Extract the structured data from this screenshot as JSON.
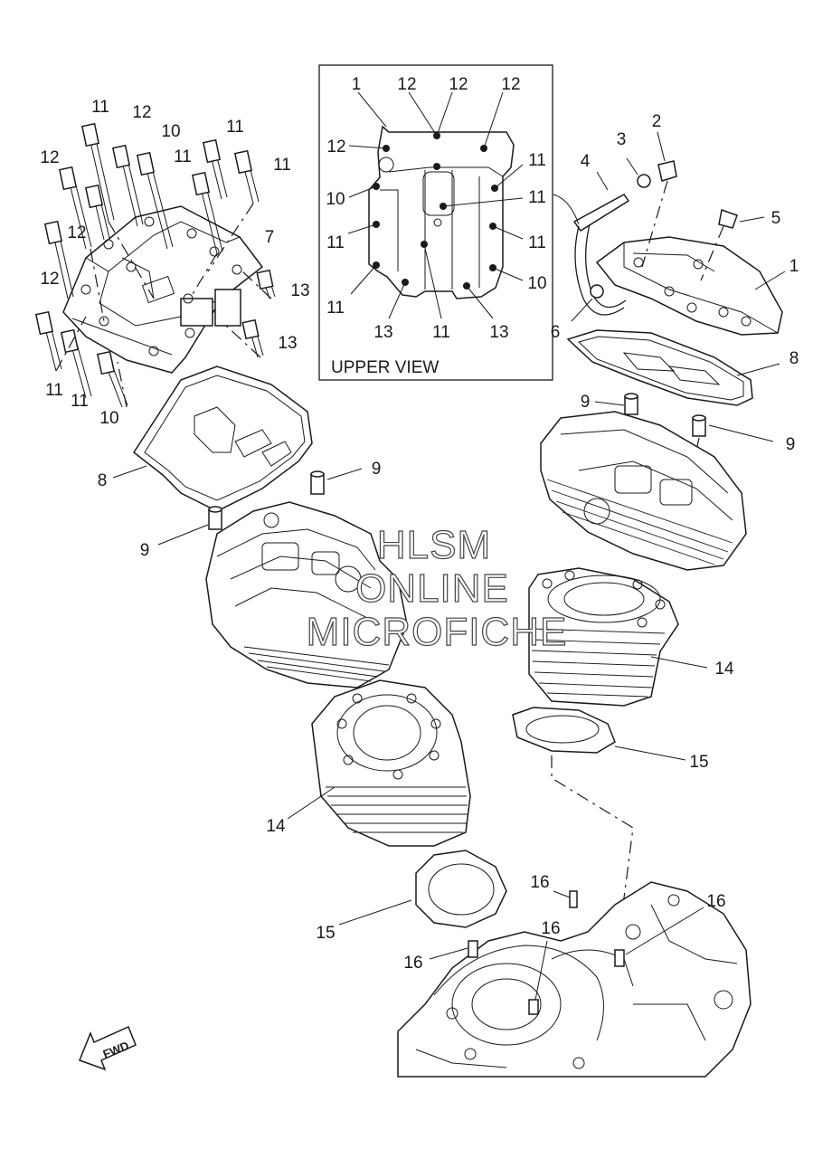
{
  "inset": {
    "title": "UPPER VIEW"
  },
  "watermark": {
    "line1": "HLSM",
    "line2": "ONLINE",
    "line3": "MICROFICHE"
  },
  "fwd_label": "FWD",
  "callouts": {
    "c1": "1",
    "c2": "2",
    "c3": "3",
    "c4": "4",
    "c5": "5",
    "c6": "6",
    "c7": "7",
    "c8": "8",
    "c9": "9",
    "c10": "10",
    "c11": "11",
    "c12": "12",
    "c13": "13",
    "c14": "14",
    "c15": "15",
    "c16": "16"
  }
}
